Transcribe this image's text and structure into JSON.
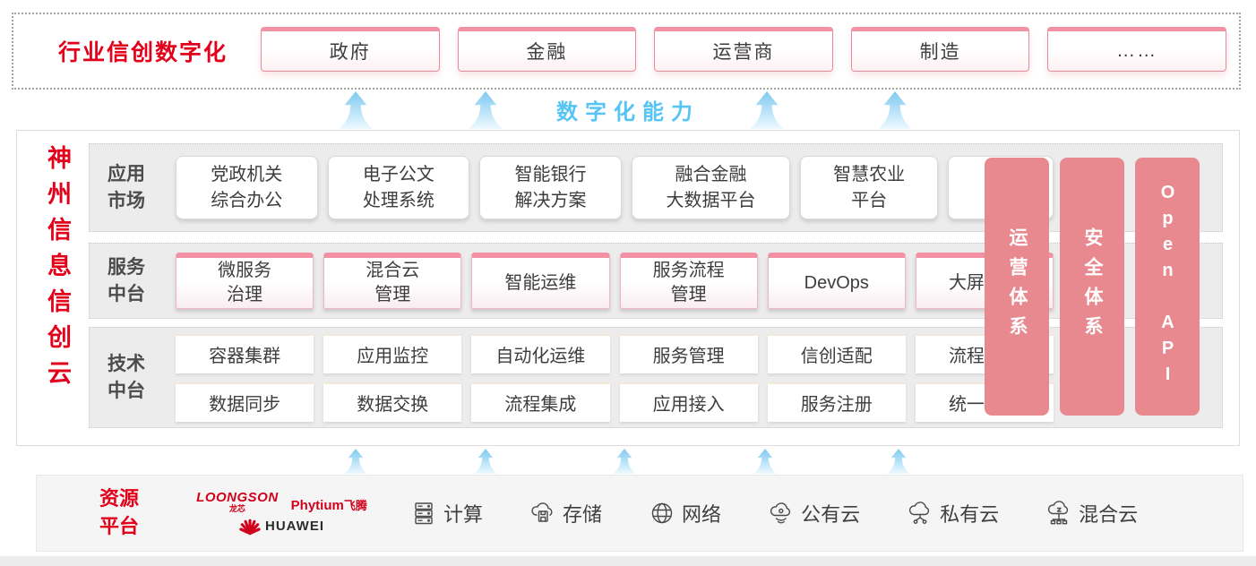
{
  "header": {
    "label": "行业信创数字化",
    "industries": [
      "政府",
      "金融",
      "运营商",
      "制造",
      "……"
    ]
  },
  "capability_label": "数字化能力",
  "platform": {
    "vertical_title": "神州信息信创云",
    "rows": [
      {
        "label": "应用\n市场",
        "items": [
          "党政机关\n综合办公",
          "电子公文\n处理系统",
          "智能银行\n解决方案",
          "融合金融\n大数据平台",
          "智慧农业\n平台",
          "……"
        ]
      },
      {
        "label": "服务\n中台",
        "items": [
          "微服务\n治理",
          "混合云\n管理",
          "智能运维",
          "服务流程\n管理",
          "DevOps",
          "大屏展示"
        ]
      },
      {
        "label": "技术\n中台",
        "grid": [
          [
            "容器集群",
            "应用监控",
            "自动化运维",
            "服务管理",
            "信创适配",
            "流程引擎"
          ],
          [
            "数据同步",
            "数据交换",
            "流程集成",
            "应用接入",
            "服务注册",
            "统一认证"
          ]
        ]
      }
    ],
    "pillars": [
      "运营体系",
      "安全体系",
      "Open API"
    ]
  },
  "resources": {
    "label": "资源\n平台",
    "vendors": {
      "loongson": {
        "name": "LOONGSON",
        "cn": "龙芯"
      },
      "phytium": {
        "name": "Phytium",
        "cn": "飞腾"
      },
      "huawei": {
        "name": "HUAWEI"
      }
    },
    "items": [
      {
        "icon": "compute-icon",
        "label": "计算"
      },
      {
        "icon": "storage-icon",
        "label": "存储"
      },
      {
        "icon": "network-icon",
        "label": "网络"
      },
      {
        "icon": "public-cloud-icon",
        "label": "公有云"
      },
      {
        "icon": "private-cloud-icon",
        "label": "私有云"
      },
      {
        "icon": "hybrid-cloud-icon",
        "label": "混合云"
      }
    ]
  },
  "colors": {
    "accent_red": "#e2001a",
    "pillar_pink": "#e8898f",
    "box_top_pink": "#f191a3",
    "capability_blue": "#56c4f4",
    "band_gray": "#ececec"
  }
}
